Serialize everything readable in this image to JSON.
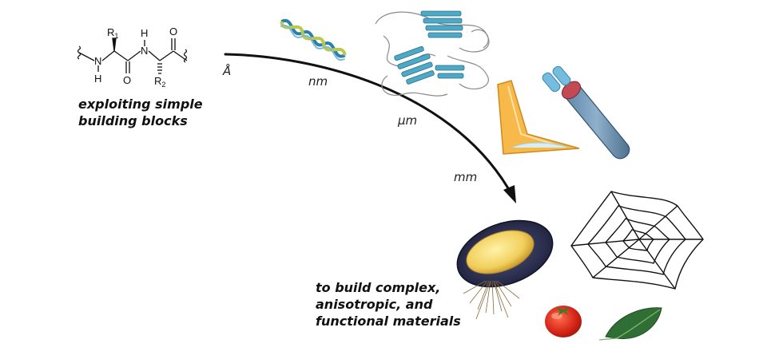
{
  "molecule": {
    "r1": "R",
    "r1_sub": "1",
    "r2": "R",
    "r2_sub": "2",
    "n_left": "N",
    "h_left": "H",
    "n_right": "N",
    "h_right": "H",
    "o_center": "O",
    "o_right": "O"
  },
  "captions": {
    "top_lines": [
      "exploiting simple",
      "building blocks"
    ],
    "bottom_lines": [
      "to build complex,",
      "anisotropic, and",
      "functional materials"
    ]
  },
  "scale_labels": {
    "angstrom": "Å",
    "nm": "nm",
    "um": "μm",
    "mm": "mm"
  },
  "icons": [
    "dna-helix-icon",
    "protein-structure-icon",
    "fiber-funnel-icon",
    "cylinder-fiber-icon",
    "mussel-icon",
    "spider-web-icon",
    "tomato-icon",
    "leaf-icon"
  ]
}
